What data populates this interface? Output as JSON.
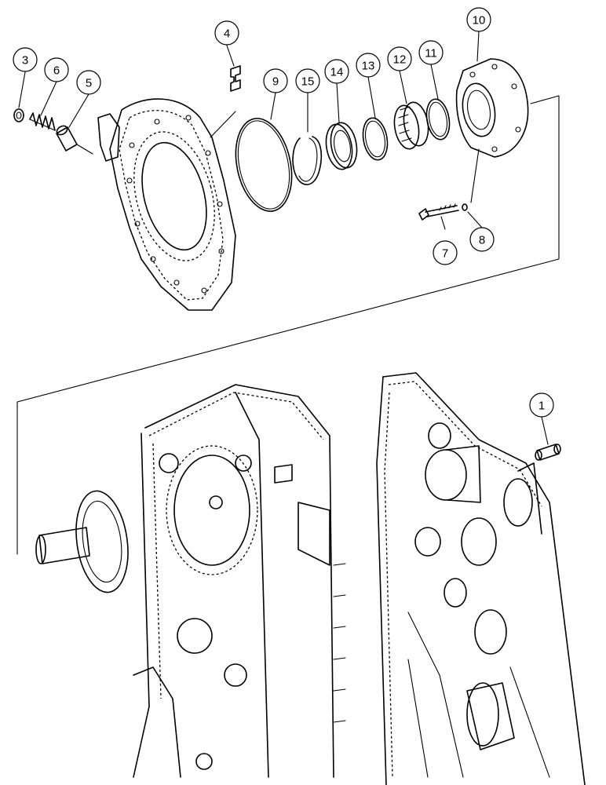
{
  "callouts": [
    {
      "id": "callout-1",
      "number": "1"
    },
    {
      "id": "callout-3",
      "number": "3"
    },
    {
      "id": "callout-4",
      "number": "4"
    },
    {
      "id": "callout-5",
      "number": "5"
    },
    {
      "id": "callout-6",
      "number": "6"
    },
    {
      "id": "callout-7",
      "number": "7"
    },
    {
      "id": "callout-8",
      "number": "8"
    },
    {
      "id": "callout-9",
      "number": "9"
    },
    {
      "id": "callout-10",
      "number": "10"
    },
    {
      "id": "callout-11",
      "number": "11"
    },
    {
      "id": "callout-12",
      "number": "12"
    },
    {
      "id": "callout-13",
      "number": "13"
    },
    {
      "id": "callout-14",
      "number": "14"
    },
    {
      "id": "callout-15",
      "number": "15"
    }
  ]
}
